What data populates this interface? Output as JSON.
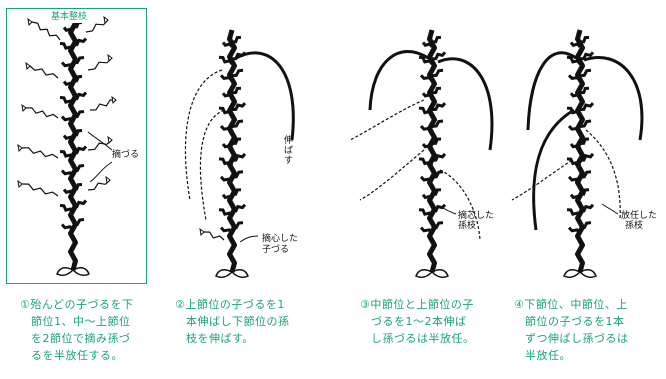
{
  "frame_title": "基本整枝",
  "labels": {
    "p1_pinch": "摘づる",
    "p2_extend": "伸ばす",
    "p2_fruited_l1": "摘心した",
    "p2_fruited_l2": "子づる",
    "p3_l1": "摘芯した",
    "p3_l2": "孫枝",
    "p4_l1": "放任した",
    "p4_l2": "孫枝"
  },
  "captions": [
    {
      "num": "①",
      "lines": [
        "殆んどの子づるを下",
        "節位1、中～上節位",
        "を2節位で摘み孫づ",
        "るを半放任する。"
      ]
    },
    {
      "num": "②",
      "lines": [
        "上節位の子づるを1",
        "本伸ばし下節位の孫",
        "枝を伸ばす。"
      ]
    },
    {
      "num": "③",
      "lines": [
        "中節位と上節位の子",
        "づるを1～2本伸ば",
        "し孫づるは半放任。"
      ]
    },
    {
      "num": "④",
      "lines": [
        "下節位、中節位、上",
        "節位の子づるを1本",
        "ずつ伸ばし孫づるは",
        "半放任。"
      ]
    }
  ],
  "colors": {
    "accent": "#1aa37a",
    "ink": "#111111"
  }
}
